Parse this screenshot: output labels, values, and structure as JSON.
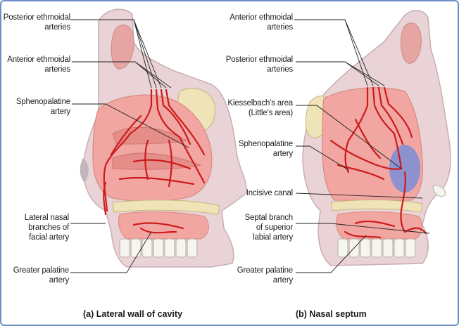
{
  "left_panel": {
    "caption": "(a) Lateral wall of cavity",
    "labels": [
      {
        "lines": [
          "Posterior ethmoidal",
          "arteries"
        ]
      },
      {
        "lines": [
          "Anterior ethmoidal",
          "arteries"
        ]
      },
      {
        "lines": [
          "Sphenopalatine",
          "artery"
        ]
      },
      {
        "lines": [
          "Lateral nasal",
          "branches of",
          "facial artery"
        ]
      },
      {
        "lines": [
          "Greater palatine",
          "artery"
        ]
      }
    ]
  },
  "right_panel": {
    "caption": "(b) Nasal septum",
    "labels": [
      {
        "lines": [
          "Anterior ethmoidal",
          "arteries"
        ]
      },
      {
        "lines": [
          "Posterior ethmoidal",
          "arteries"
        ]
      },
      {
        "lines": [
          "Kiesselbach's area",
          "(Little's area)"
        ]
      },
      {
        "lines": [
          "Sphenopalatine",
          "artery"
        ]
      },
      {
        "lines": [
          "Incisive canal"
        ]
      },
      {
        "lines": [
          "Septal branch",
          "of superior",
          "labial artery"
        ]
      },
      {
        "lines": [
          "Greater palatine",
          "artery"
        ]
      }
    ]
  },
  "colors": {
    "artery": "#cc1b1b",
    "mucosa": "#f2a6a2",
    "mucosa_dark": "#e07f7c",
    "skin": "#e9d3d6",
    "bone": "#efe3b8",
    "kiesselbach_area": "#7b8ed6",
    "frame": "#6b8fc4"
  }
}
